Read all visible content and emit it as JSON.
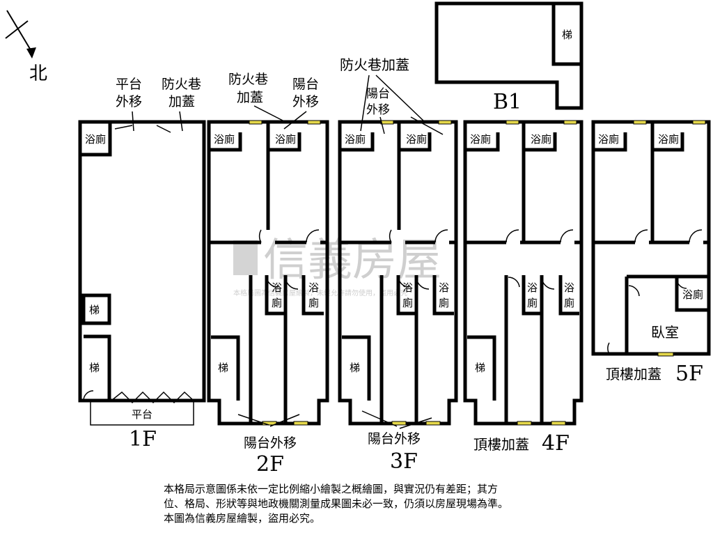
{
  "compass": {
    "north_label": "北"
  },
  "labels": {
    "platform_move": "平台\n外移",
    "firelane_add": "防火巷\n加蓋",
    "balcony_move_top": "陽台\n外移",
    "firelane_add_3f": "防火巷加蓋",
    "balcony_move_3f": "陽台\n外移",
    "bathroom": "浴廁",
    "stairs": "梯",
    "platform": "平台",
    "balcony_move_bottom": "陽台外移",
    "roof_add": "頂樓加蓋",
    "bedroom": "臥室"
  },
  "floors": {
    "f1": "1F",
    "f2": "2F",
    "f3": "3F",
    "f4": "4F",
    "f5": "5F",
    "b1": "B1"
  },
  "watermark": {
    "brand": "信義房屋",
    "notice": "本格局圖為信義房屋繪製，未經允許請勿使用，盜用必究"
  },
  "notes": [
    "本格局示意圖係未依一定比例縮小繪製之概繪圖，與實況仍有差距；其方",
    "位、格局、形狀等與地政機關測量成果圖未必一致，仍須以房屋現場為準。",
    "本圖為信義房屋繪製，盜用必究。"
  ]
}
